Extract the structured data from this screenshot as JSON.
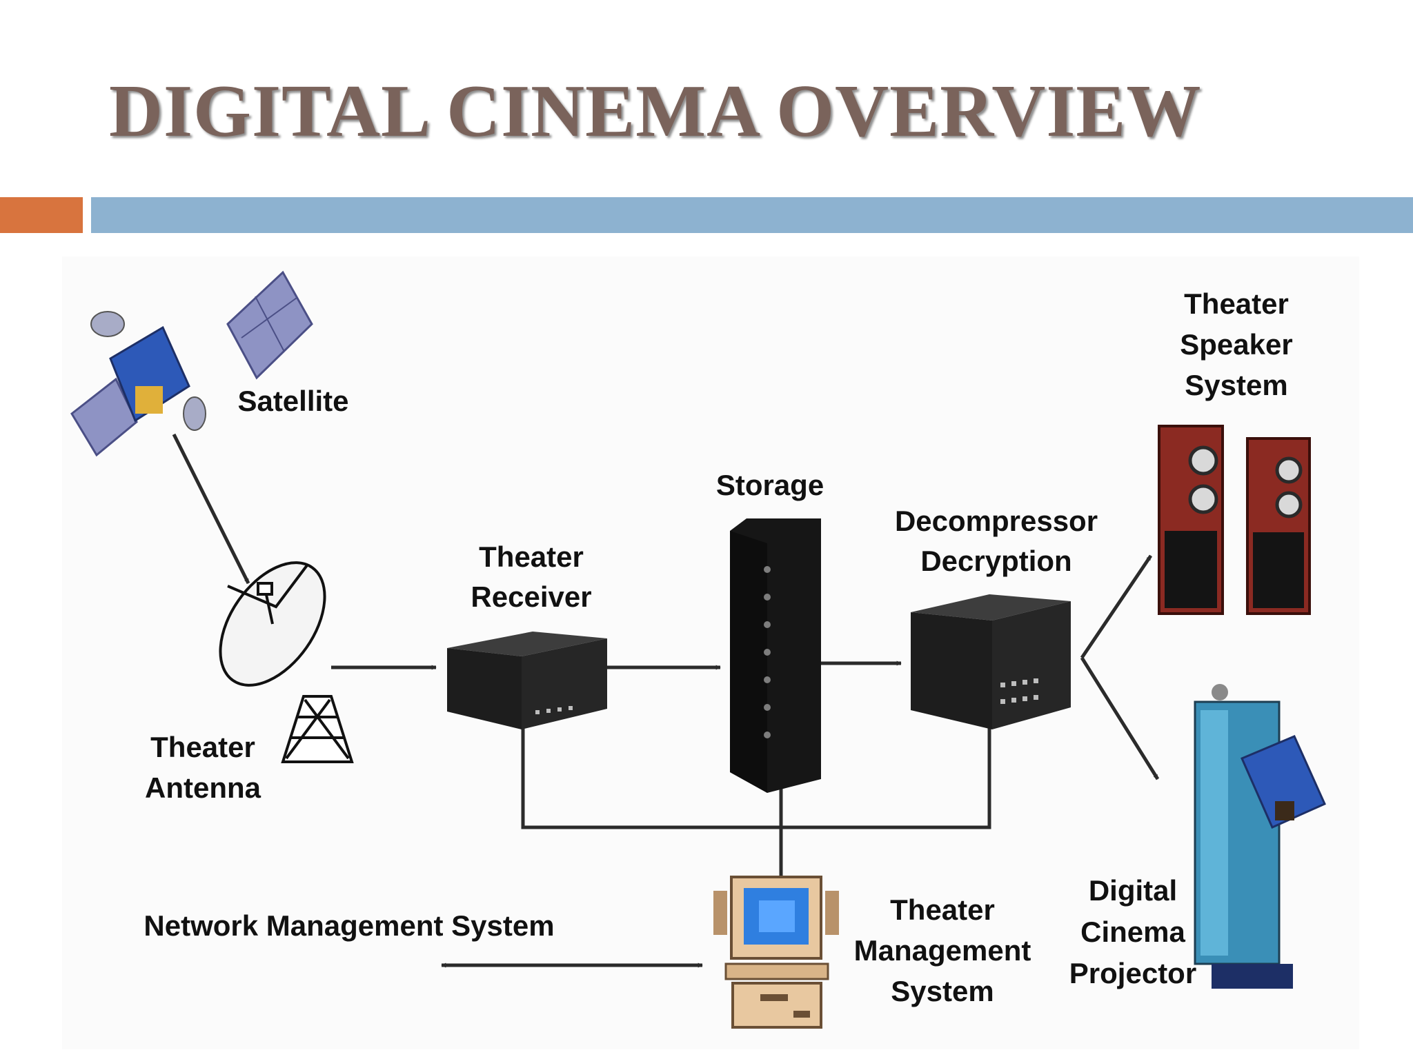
{
  "slide": {
    "title": "DIGITAL CINEMA OVERVIEW",
    "colors": {
      "title": "#7a635b",
      "accent_orange": "#d8743e",
      "accent_blue": "#8db2d0"
    }
  },
  "diagram": {
    "nodes": {
      "satellite": {
        "icon": "satellite-icon",
        "label": [
          "Satellite"
        ]
      },
      "antenna": {
        "icon": "dish-antenna-icon",
        "label": [
          "Theater",
          "Antenna"
        ]
      },
      "receiver": {
        "icon": "receiver-unit-icon",
        "label": [
          "Theater",
          "Receiver"
        ]
      },
      "storage": {
        "icon": "storage-tower-icon",
        "label": [
          "Storage"
        ]
      },
      "decompressor": {
        "icon": "decompressor-unit-icon",
        "label": [
          "Decompressor",
          "Decryption"
        ]
      },
      "speakers": {
        "icon": "speakers-icon",
        "label": [
          "Theater",
          "Speaker",
          "System"
        ]
      },
      "projector": {
        "icon": "projector-icon",
        "label": [
          "Digital",
          "Cinema",
          "Projector"
        ]
      },
      "tms": {
        "icon": "computer-icon",
        "label": [
          "Theater",
          "Management",
          "System"
        ]
      },
      "nms": {
        "label": [
          "Network Management System"
        ]
      }
    },
    "connections": [
      {
        "from": "Satellite",
        "to": "Theater Antenna"
      },
      {
        "from": "Theater Antenna",
        "to": "Theater Receiver"
      },
      {
        "from": "Theater Receiver",
        "to": "Storage"
      },
      {
        "from": "Storage",
        "to": "Decompressor Decryption"
      },
      {
        "from": "Decompressor Decryption",
        "to": "Theater Speaker System"
      },
      {
        "from": "Decompressor Decryption",
        "to": "Digital Cinema Projector"
      },
      {
        "from": "Theater Receiver",
        "to": "Theater Management System"
      },
      {
        "from": "Storage",
        "to": "Theater Management System"
      },
      {
        "from": "Decompressor Decryption",
        "to": "Theater Management System"
      },
      {
        "from": "Network Management System",
        "to": "Theater Management System"
      }
    ]
  }
}
